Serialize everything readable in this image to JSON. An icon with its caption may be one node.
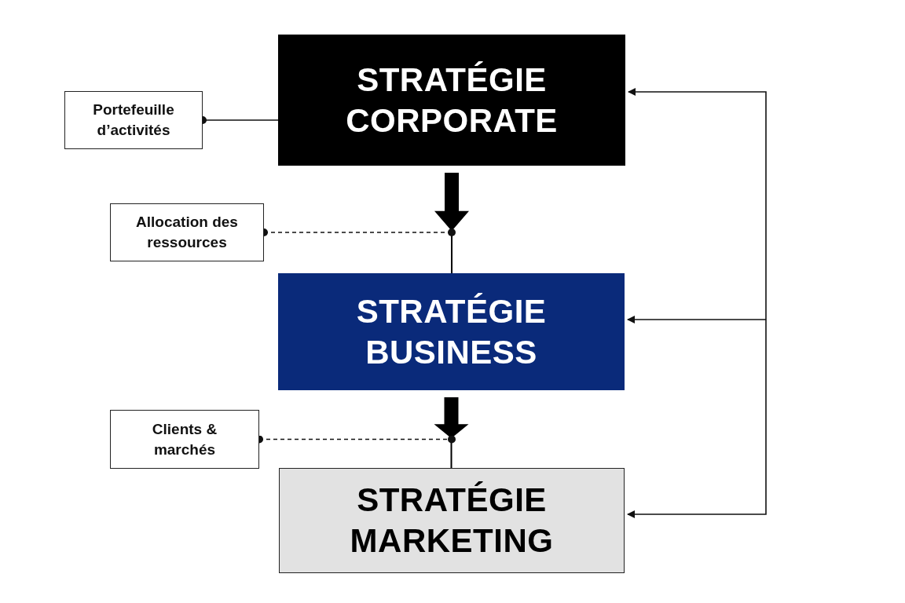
{
  "diagram": {
    "nodes": [
      {
        "text": [
          "STRATÉGIE CORPORATE"
        ]
      },
      {
        "text": [
          "Portefeuille d’activités"
        ]
      },
      {
        "text": [
          "Allocation des ressources"
        ]
      },
      {
        "text": [
          "STRATÉGIE BUSINESS"
        ]
      },
      {
        "text": [
          "Clients & marchés"
        ]
      },
      {
        "text": [
          "STRATÉGIE MARKETING"
        ]
      }
    ],
    "edges": [
      {
        "from": 1,
        "to": 0,
        "arrow": "other"
      },
      {
        "from": 0,
        "to": 3,
        "arrow": "to",
        "style": "thick"
      },
      {
        "from": 2,
        "to": null,
        "arrow": "other",
        "style": "dashed"
      },
      {
        "from": 3,
        "to": 5,
        "arrow": "to",
        "style": "thick"
      },
      {
        "from": 4,
        "to": null,
        "arrow": "other",
        "style": "dashed"
      },
      {
        "from": null,
        "to": 0,
        "arrow": "to"
      },
      {
        "from": null,
        "to": 3,
        "arrow": "to"
      },
      {
        "from": null,
        "to": 5,
        "arrow": "to"
      }
    ]
  }
}
